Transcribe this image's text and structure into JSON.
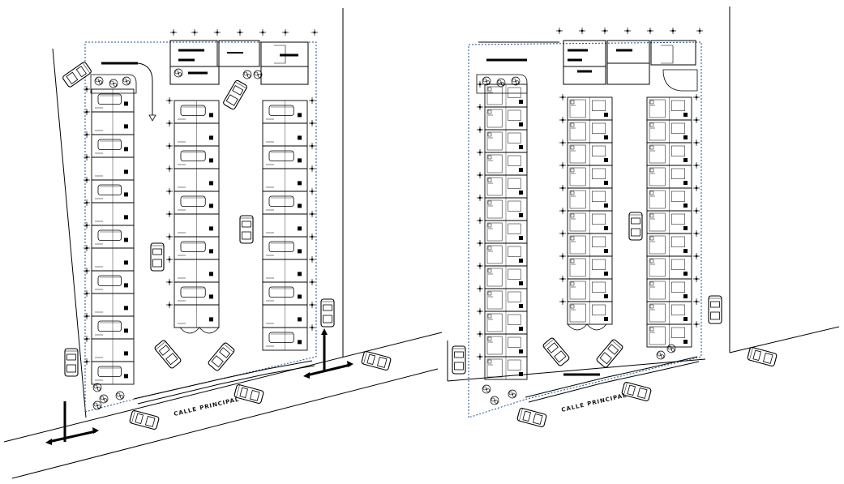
{
  "plans": [
    {
      "id": "left",
      "street_label": "CALLE PRINCIPAL"
    },
    {
      "id": "right",
      "street_label": "CALLE PRINCIPAL"
    }
  ]
}
